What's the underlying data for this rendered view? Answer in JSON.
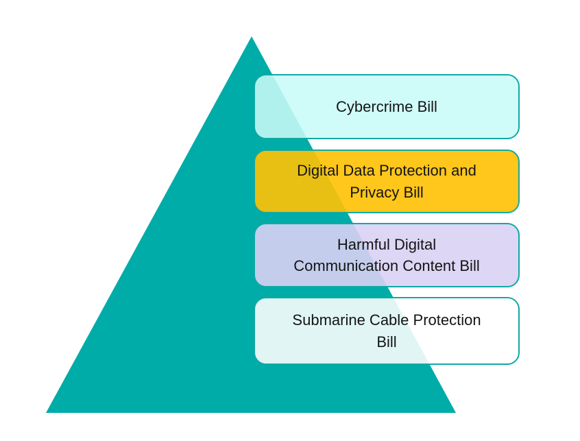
{
  "diagram": {
    "type": "pyramid-list",
    "background_color": "#FFFFFF",
    "triangle_color": "#00ACA7",
    "box_border_color": "#10A9A4",
    "text_color": "#141414",
    "items": [
      {
        "label": "Cybercrime Bill",
        "fill": "rgba(200,250,247,0.88)",
        "base_color_hex": "#C8FAF7",
        "overlap_color_hex": "#ABEFE9"
      },
      {
        "label": "Digital Data Protection and\nPrivacy Bill",
        "fill": "rgba(255,192,4,0.91)",
        "base_color_hex": "#FFC004",
        "overlap_color_hex": "#E7BC13"
      },
      {
        "label": "Harmful Digital\nCommunication Content Bill",
        "fill": "rgba(217,209,244,0.90)",
        "base_color_hex": "#D9D1F4",
        "overlap_color_hex": "#C5CDEE"
      },
      {
        "label": "Submarine Cable Protection\nBill",
        "fill": "rgba(255,255,255,0.88)",
        "base_color_hex": "#FFFFFF",
        "overlap_color_hex": "#E2F2EE"
      }
    ]
  }
}
